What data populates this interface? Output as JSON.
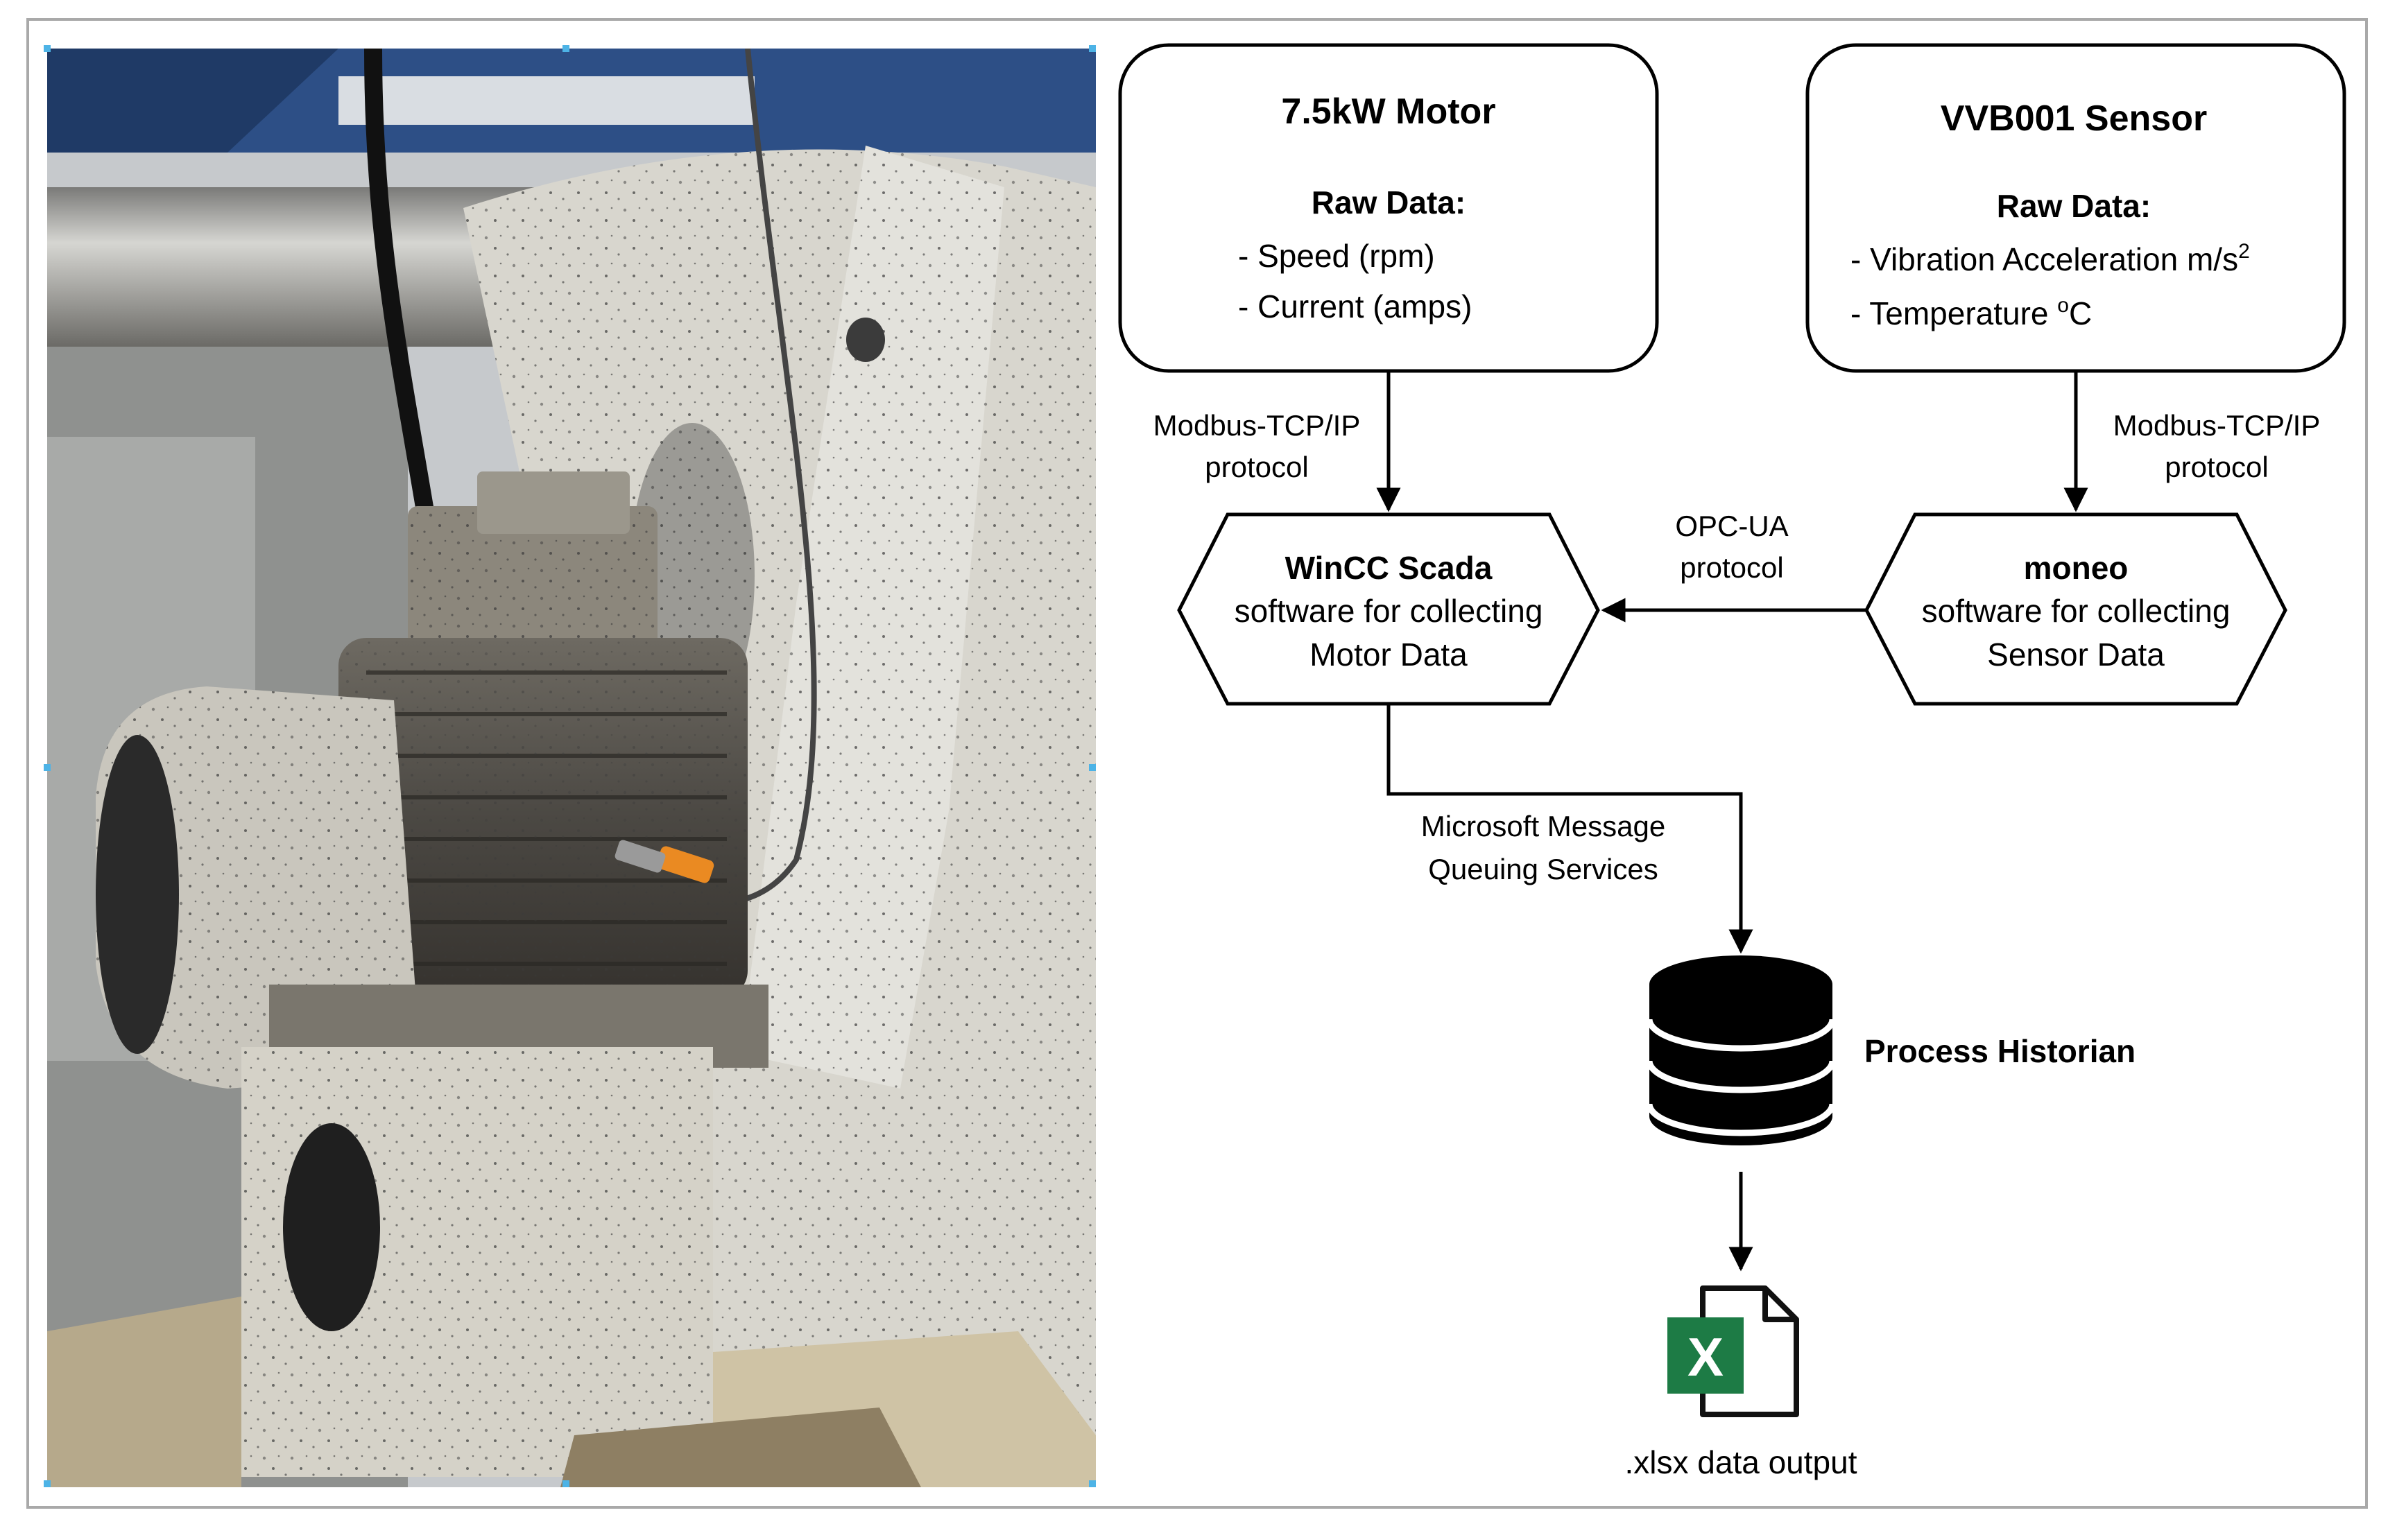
{
  "photo": {
    "description_icon": "industrial-fan-motor-photo"
  },
  "motor_box": {
    "title": "7.5kW Motor",
    "raw_label": "Raw Data:",
    "items": [
      "- Speed (rpm)",
      "- Current (amps)"
    ]
  },
  "sensor_box": {
    "title": "VVB001 Sensor",
    "raw_label": "Raw Data:",
    "item1_prefix": "- Vibration Acceleration m/s",
    "item1_sup": "2",
    "item2_prefix": "- Temperature ",
    "item2_sup": "o",
    "item2_suffix": "C"
  },
  "edges": {
    "motor_to_wincc": [
      "Modbus-TCP/IP",
      "protocol"
    ],
    "sensor_to_moneo": [
      "Modbus-TCP/IP",
      "protocol"
    ],
    "moneo_to_wincc": [
      "OPC-UA",
      "protocol"
    ],
    "wincc_to_historian": [
      "Microsoft Message",
      "Queuing Services"
    ]
  },
  "wincc": {
    "title": "WinCC Scada",
    "lines": [
      "software for collecting",
      "Motor Data"
    ]
  },
  "moneo": {
    "title": "moneo",
    "lines": [
      "software for collecting",
      "Sensor Data"
    ]
  },
  "historian": {
    "label": "Process Historian",
    "icon": "database-icon"
  },
  "output": {
    "label": ".xlsx data output",
    "icon": "excel-file-icon",
    "glyph": "X"
  },
  "colors": {
    "excel_green": "#1d7b45",
    "database": "#000000",
    "frame": "#a9a9a9"
  }
}
